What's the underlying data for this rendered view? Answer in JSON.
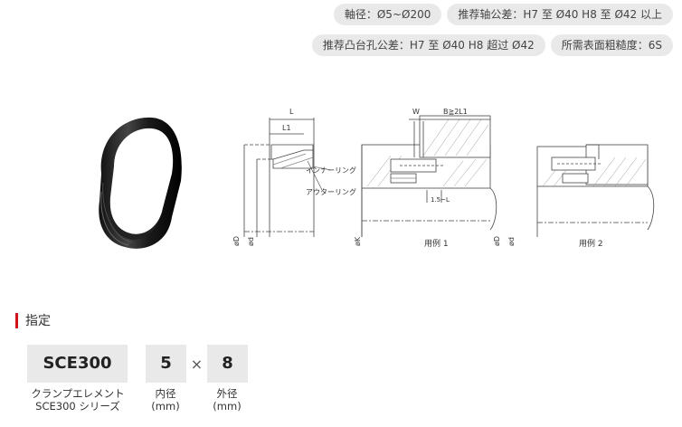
{
  "specs": [
    "軸径：Ø5~Ø200",
    "推荐轴公差：H7 至 Ø40 H8 至 Ø42 以上",
    "推荐凸台孔公差：H7 至 Ø40 H8 超过 Ø42",
    "所需表面粗糙度：6S"
  ],
  "diagram": {
    "dim_L": "L",
    "dim_L1": "L1",
    "dim_W": "W",
    "dim_B": "B≧2L1",
    "dim_15": "1.5~L",
    "label_inner_ring": "インナーリング",
    "label_outer_ring": "アウターリング",
    "label_D": "øD",
    "label_d": "ød",
    "label_K": "øK",
    "label_D2": "øD",
    "label_d2": "ød",
    "example_1": "用例 1",
    "example_2": "用例 2"
  },
  "designation": {
    "title": "指定",
    "series_code": "SCE300",
    "inner_value": "5",
    "times": "×",
    "outer_value": "8",
    "series_caption_1": "クランプエレメント",
    "series_caption_2": "SCE300 シリーズ",
    "inner_caption_1": "内径",
    "inner_caption_2": "(mm)",
    "outer_caption_1": "外径",
    "outer_caption_2": "(mm)"
  },
  "colors": {
    "accent": "#d0121b",
    "chip_bg": "#e9e9e9"
  }
}
